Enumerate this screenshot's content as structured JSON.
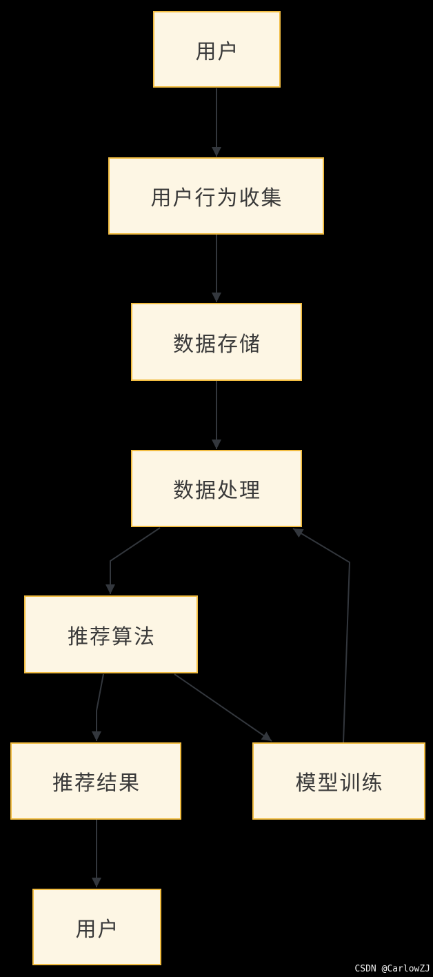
{
  "page": {
    "background_color": "#000000",
    "watermark": "CSDN @CarlowZJ"
  },
  "diagram": {
    "type": "flowchart",
    "direction": "top-down",
    "node_fill_color": "#FDF6E4",
    "node_border_color": "#F2BD42",
    "node_text_color": "#3A3A3A",
    "edge_color": "#33373D",
    "nodes": [
      {
        "id": "user-top",
        "label": "用户"
      },
      {
        "id": "behavior-collection",
        "label": "用户行为收集"
      },
      {
        "id": "data-storage",
        "label": "数据存储"
      },
      {
        "id": "data-processing",
        "label": "数据处理"
      },
      {
        "id": "recommend-algorithm",
        "label": "推荐算法"
      },
      {
        "id": "recommend-result",
        "label": "推荐结果"
      },
      {
        "id": "model-training",
        "label": "模型训练"
      },
      {
        "id": "user-bottom",
        "label": "用户"
      }
    ],
    "edges": [
      {
        "from": "用户",
        "to": "用户行为收集"
      },
      {
        "from": "用户行为收集",
        "to": "数据存储"
      },
      {
        "from": "数据存储",
        "to": "数据处理"
      },
      {
        "from": "数据处理",
        "to": "推荐算法"
      },
      {
        "from": "推荐算法",
        "to": "推荐结果"
      },
      {
        "from": "推荐算法",
        "to": "模型训练"
      },
      {
        "from": "模型训练",
        "to": "数据处理"
      },
      {
        "from": "推荐结果",
        "to": "用户"
      }
    ]
  }
}
